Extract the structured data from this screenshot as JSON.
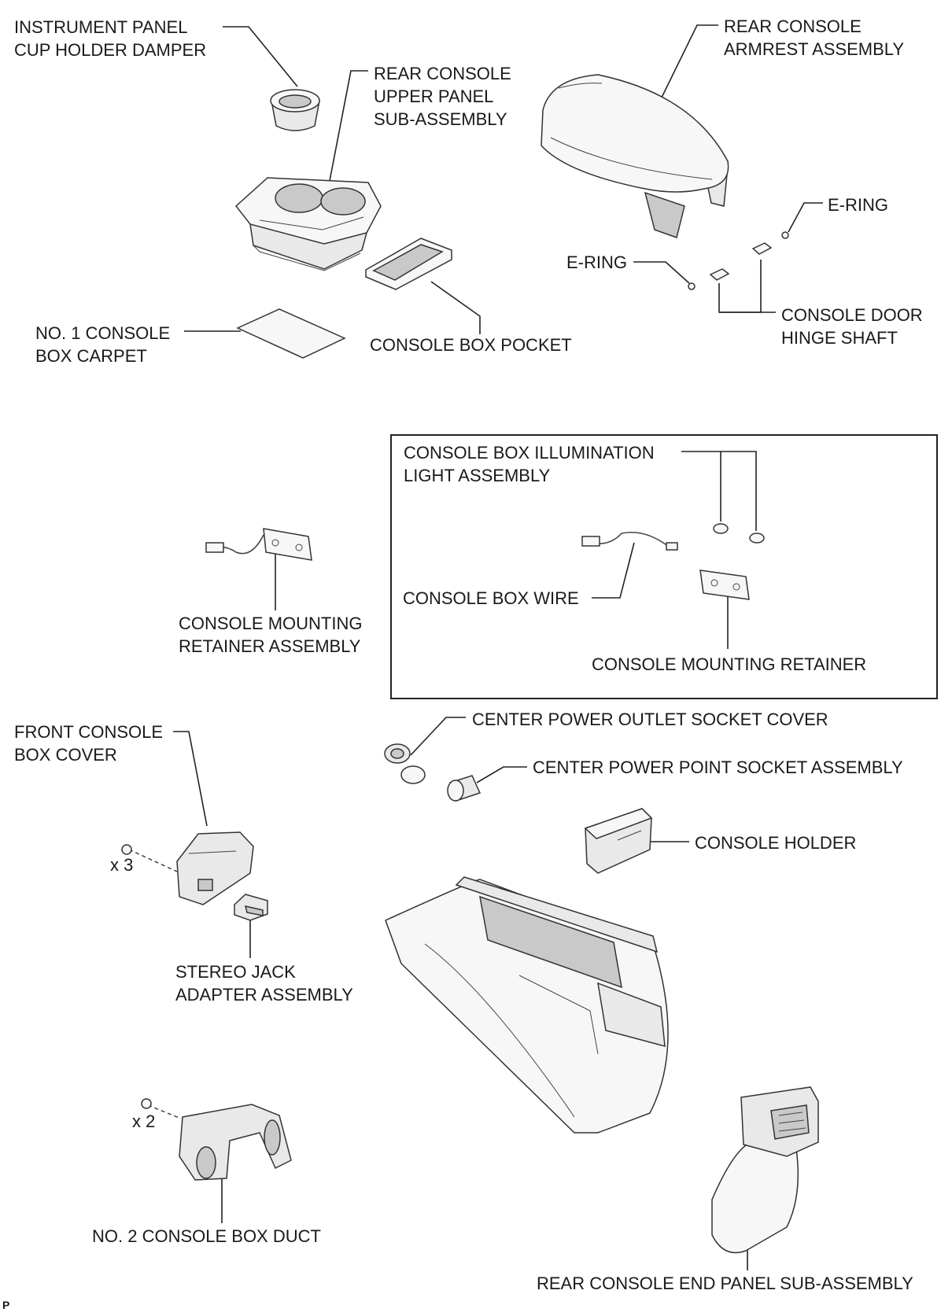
{
  "labels": {
    "cup_holder_damper": [
      "INSTRUMENT PANEL",
      "CUP HOLDER DAMPER"
    ],
    "upper_panel": [
      "REAR CONSOLE",
      "UPPER PANEL",
      "SUB-ASSEMBLY"
    ],
    "armrest": [
      "REAR CONSOLE",
      "ARMREST ASSEMBLY"
    ],
    "e_ring_right": "E-RING",
    "e_ring_left": "E-RING",
    "hinge_shaft": [
      "CONSOLE DOOR",
      "HINGE SHAFT"
    ],
    "carpet": [
      "NO. 1 CONSOLE",
      "BOX CARPET"
    ],
    "box_pocket": "CONSOLE BOX POCKET",
    "illumination_light": [
      "CONSOLE BOX ILLUMINATION",
      "LIGHT ASSEMBLY"
    ],
    "box_wire": "CONSOLE BOX WIRE",
    "mounting_retainer": "CONSOLE MOUNTING RETAINER",
    "mounting_retainer_assy": [
      "CONSOLE MOUNTING",
      "RETAINER ASSEMBLY"
    ],
    "front_box_cover": [
      "FRONT CONSOLE",
      "BOX COVER"
    ],
    "qty_x3": "x 3",
    "outlet_cover": "CENTER POWER OUTLET SOCKET COVER",
    "power_point": "CENTER POWER POINT SOCKET ASSEMBLY",
    "console_holder": "CONSOLE HOLDER",
    "stereo_jack": [
      "STEREO JACK",
      "ADAPTER ASSEMBLY"
    ],
    "qty_x2": "x 2",
    "box_duct": "NO. 2 CONSOLE BOX DUCT",
    "end_panel": "REAR CONSOLE END PANEL SUB-ASSEMBLY",
    "corner_mark": "P"
  }
}
